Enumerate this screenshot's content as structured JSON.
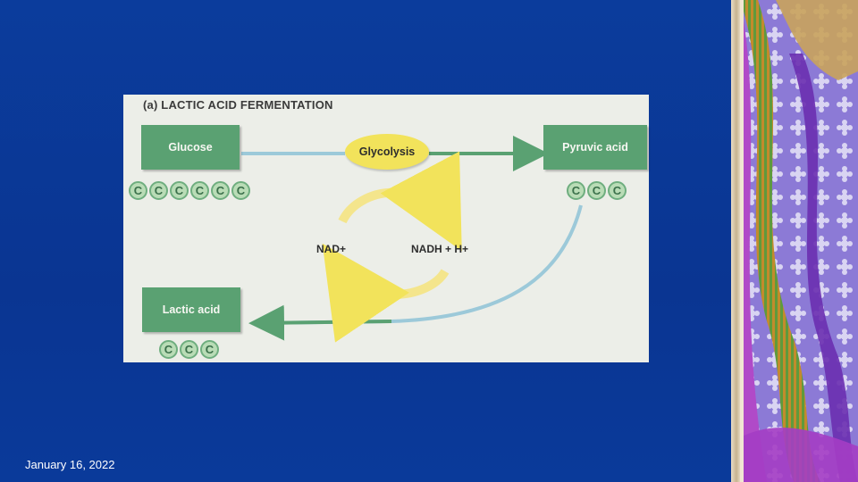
{
  "slide": {
    "date": "January 16, 2022"
  },
  "diagram": {
    "title": "(a) LACTIC ACID FERMENTATION",
    "glucose_label": "Glucose",
    "glycolysis_label": "Glycolysis",
    "pyruvic_label": "Pyruvic acid",
    "lactic_label": "Lactic acid",
    "nad_label": "NAD+",
    "nadh_label": "NADH + H+",
    "carbon_glyph": "C",
    "glucose_carbons": [
      "C",
      "C",
      "C",
      "C",
      "C",
      "C"
    ],
    "pyruvic_carbons": [
      "C",
      "C",
      "C"
    ],
    "lactic_carbons": [
      "C",
      "C",
      "C"
    ]
  },
  "colors": {
    "slide_background": "#0a3a9a",
    "box_green": "#5aa172",
    "glycolysis_yellow": "#f2e35b",
    "arrow_blue": "#9cc9d9",
    "arrow_green": "#5aa172"
  }
}
